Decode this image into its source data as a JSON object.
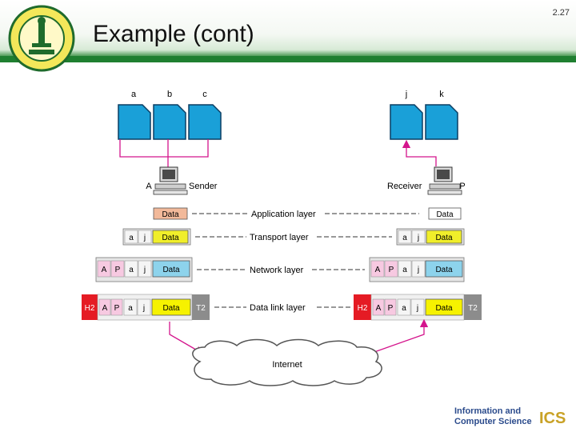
{
  "slide": {
    "title": "Example (cont)",
    "page_number": "2.27"
  },
  "files": {
    "sender": [
      "a",
      "b",
      "c"
    ],
    "receiver": [
      "j",
      "k"
    ]
  },
  "hosts": {
    "sender_id": "A",
    "sender_label": "Sender",
    "receiver_label": "Receiver",
    "receiver_id": "P"
  },
  "layers": {
    "application": "Application layer",
    "transport": "Transport layer",
    "network": "Network layer",
    "datalink": "Data link layer"
  },
  "frames": {
    "data": "Data",
    "port_src": "a",
    "port_dst": "j",
    "ip_src": "A",
    "ip_dst": "P",
    "header2": "H2",
    "trailer2": "T2"
  },
  "cloud": {
    "label": "Internet"
  },
  "footer": {
    "line1": "Information and",
    "line2": "Computer Science",
    "mark": "ICS"
  },
  "colors": {
    "file": "#1aa0d8",
    "app_data": "#f2b99a",
    "transport_data": "#f0ee2a",
    "network_data": "#8dd3ec",
    "datalink_data": "#f6f200",
    "network_hdr": "#f7c9e1",
    "h2": "#e51b24",
    "t2": "#8c8c8c",
    "arrow": "#d4148c",
    "header_green": "#1f7f30"
  }
}
